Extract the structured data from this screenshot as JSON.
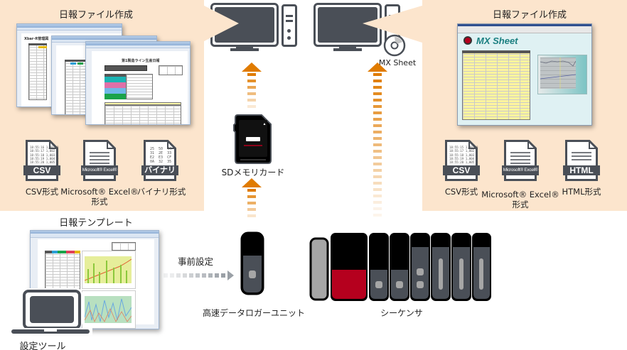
{
  "colors": {
    "panel_bg": "#fce5cd",
    "arrow": "#e07b00",
    "device_dark": "#4a4f57",
    "device_black": "#000000",
    "sequencer_red": "#b5001e",
    "sequencer_gray": "#a6a6a6",
    "setup_arrow": "#9aa0a6"
  },
  "left_panel": {
    "title": "日報ファイル作成",
    "sheet_titles": [
      "Xbar-R管理図",
      "第1製造ライン生産日報"
    ],
    "formats": [
      {
        "band": "CSV",
        "label": "CSV形式",
        "icon": "csv-file-icon",
        "content": "18:55:16 1,001 0\n18:55:17 1,002 1\n18:55:18 1,003 1\n18:55:19 1,004 0\n18:55:20 1,005 0"
      },
      {
        "band": "Microsoft® Excel®",
        "label_line1": "Microsoft® Excel®",
        "label_line2": "形式",
        "icon": "excel-file-icon"
      },
      {
        "band": "バイナリ",
        "label": "バイナリ形式",
        "icon": "binary-file-icon",
        "content": "25  50  44\n31  2E  33\nE2  E3  CF\n0A  32  35"
      }
    ]
  },
  "right_panel": {
    "title": "日報ファイル作成",
    "app_name": "MX Sheet",
    "formats": [
      {
        "band": "CSV",
        "label": "CSV形式",
        "icon": "csv-file-icon",
        "content": "18:55:15 1,001 0\n18:55:17 1,002 1\n18:55:18 1,003 1\n18:55:19 1,004 0\n18:55:20 1,005 0"
      },
      {
        "band": "Microsoft® Excel®",
        "label_line1": "Microsoft® Excel®",
        "label_line2": "形式",
        "icon": "excel-file-icon"
      },
      {
        "band": "HTML",
        "label": "HTML形式",
        "icon": "html-file-icon"
      }
    ]
  },
  "center": {
    "mx_sheet_label": "MX Sheet",
    "sd_card_label": "SDメモリカード"
  },
  "bottom": {
    "template_title": "日報テンプレート",
    "setup_tool_label": "設定ツール",
    "presetting_label": "事前設定",
    "logger_label": "高速データロガーユニット",
    "sequencer_label": "シーケンサ"
  }
}
